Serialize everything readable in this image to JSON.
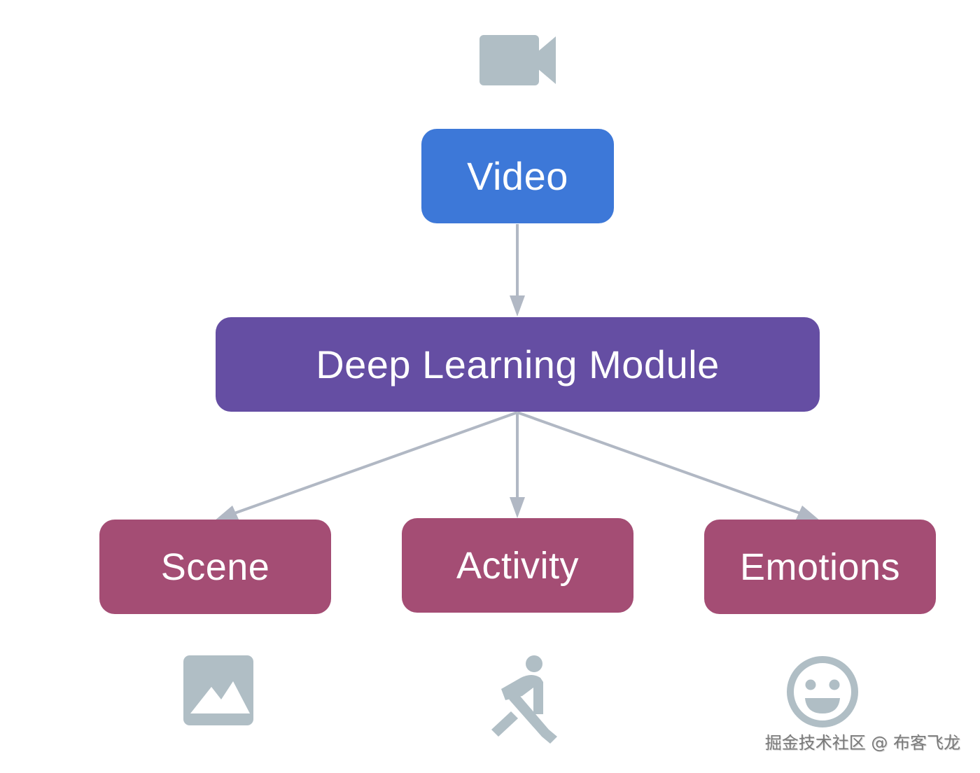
{
  "diagram": {
    "title": "Video analysis pipeline",
    "colors": {
      "input_node": "#3d78d8",
      "module_node": "#654ea3",
      "output_node": "#a44d74",
      "connector": "#b1b8c4",
      "icon": "#b0bec5"
    },
    "input": {
      "label": "Video",
      "icon": "videocam-icon"
    },
    "module": {
      "label": "Deep Learning Module"
    },
    "outputs": [
      {
        "label": "Scene",
        "icon": "image-icon"
      },
      {
        "label": "Activity",
        "icon": "rowing-icon"
      },
      {
        "label": "Emotions",
        "icon": "smiley-face-icon"
      }
    ],
    "edges": [
      {
        "from": "Video",
        "to": "Deep Learning Module"
      },
      {
        "from": "Deep Learning Module",
        "to": "Scene"
      },
      {
        "from": "Deep Learning Module",
        "to": "Activity"
      },
      {
        "from": "Deep Learning Module",
        "to": "Emotions"
      }
    ]
  },
  "watermark": "掘金技术社区 @ 布客飞龙"
}
